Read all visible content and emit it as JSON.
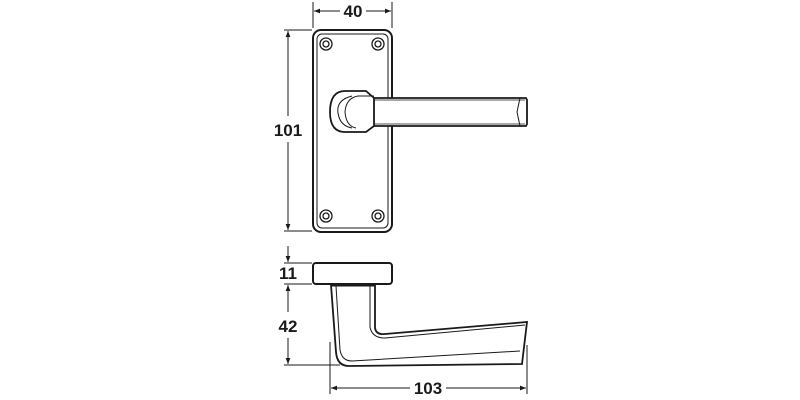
{
  "dimensions": {
    "plate_width": "40",
    "plate_height": "101",
    "rose_thickness": "11",
    "lever_height": "42",
    "lever_projection": "103"
  },
  "colors": {
    "line": "#1a1a1a",
    "background": "#ffffff"
  }
}
